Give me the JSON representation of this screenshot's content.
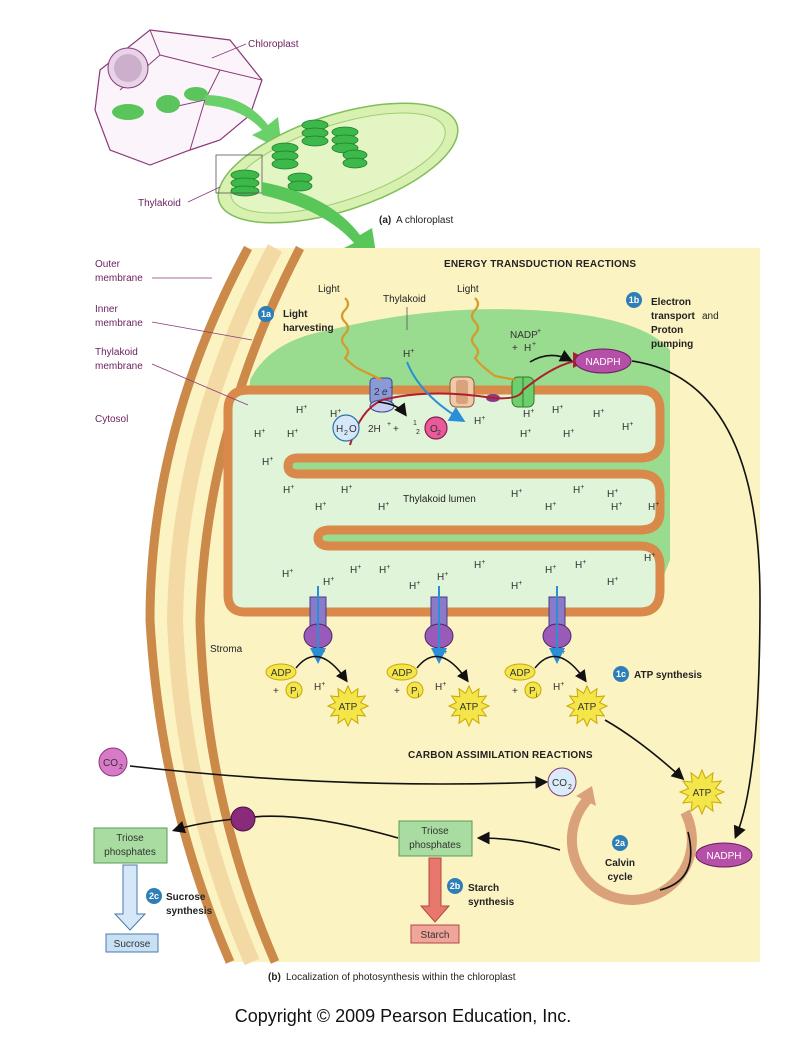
{
  "panel_a": {
    "caption_letter": "(a)",
    "caption_text": "A chloroplast",
    "label_chloroplast": "Chloroplast",
    "label_thylakoid": "Thylakoid"
  },
  "panel_b": {
    "caption_letter": "(b)",
    "caption_text": "Localization of photosynthesis within the chloroplast",
    "header_energy": "ENERGY TRANSDUCTION REACTIONS",
    "header_carbon": "CARBON ASSIMILATION REACTIONS",
    "left_labels": {
      "outer_membrane": [
        "Outer",
        "membrane"
      ],
      "inner_membrane": [
        "Inner",
        "membrane"
      ],
      "thylakoid_membrane": [
        "Thylakoid",
        "membrane"
      ],
      "cytosol": "Cytosol",
      "stroma": "Stroma"
    },
    "top_labels": {
      "light": "Light",
      "thylakoid": "Thylakoid",
      "thylakoid_lumen": "Thylakoid lumen"
    },
    "steps": {
      "s1a": {
        "badge": "1a",
        "lines": [
          "Light",
          "harvesting"
        ]
      },
      "s1b": {
        "badge": "1b",
        "lines": [
          "Electron",
          "transport",
          "and",
          "Proton",
          "pumping"
        ]
      },
      "s1c": {
        "badge": "1c",
        "lines": [
          "ATP synthesis"
        ]
      },
      "s2a": {
        "badge": "2a",
        "lines": [
          "Calvin",
          "cycle"
        ]
      },
      "s2b": {
        "badge": "2b",
        "lines": [
          "Starch",
          "synthesis"
        ]
      },
      "s2c": {
        "badge": "2c",
        "lines": [
          "Sucrose",
          "synthesis"
        ]
      }
    },
    "molecules": {
      "nadph": "NADPH",
      "nadp": "NADP",
      "plus": "+",
      "hplus": "H",
      "h2o_h": "H",
      "h2o_sub": "2",
      "h2o_o": "O",
      "o2_o": "O",
      "o2_sub": "2",
      "two_h": "2H",
      "half_num": "1",
      "half_den": "2",
      "electrons": "2",
      "e_minus": "e",
      "adp": "ADP",
      "pi_p": "P",
      "pi_sub": "i",
      "atp": "ATP",
      "co2_c": "CO",
      "co2_sub": "2"
    },
    "boxes": {
      "triose": [
        "Triose",
        "phosphates"
      ],
      "sucrose": "Sucrose",
      "starch": "Starch"
    }
  },
  "copyright": "Copyright © 2009 Pearson Education, Inc."
}
